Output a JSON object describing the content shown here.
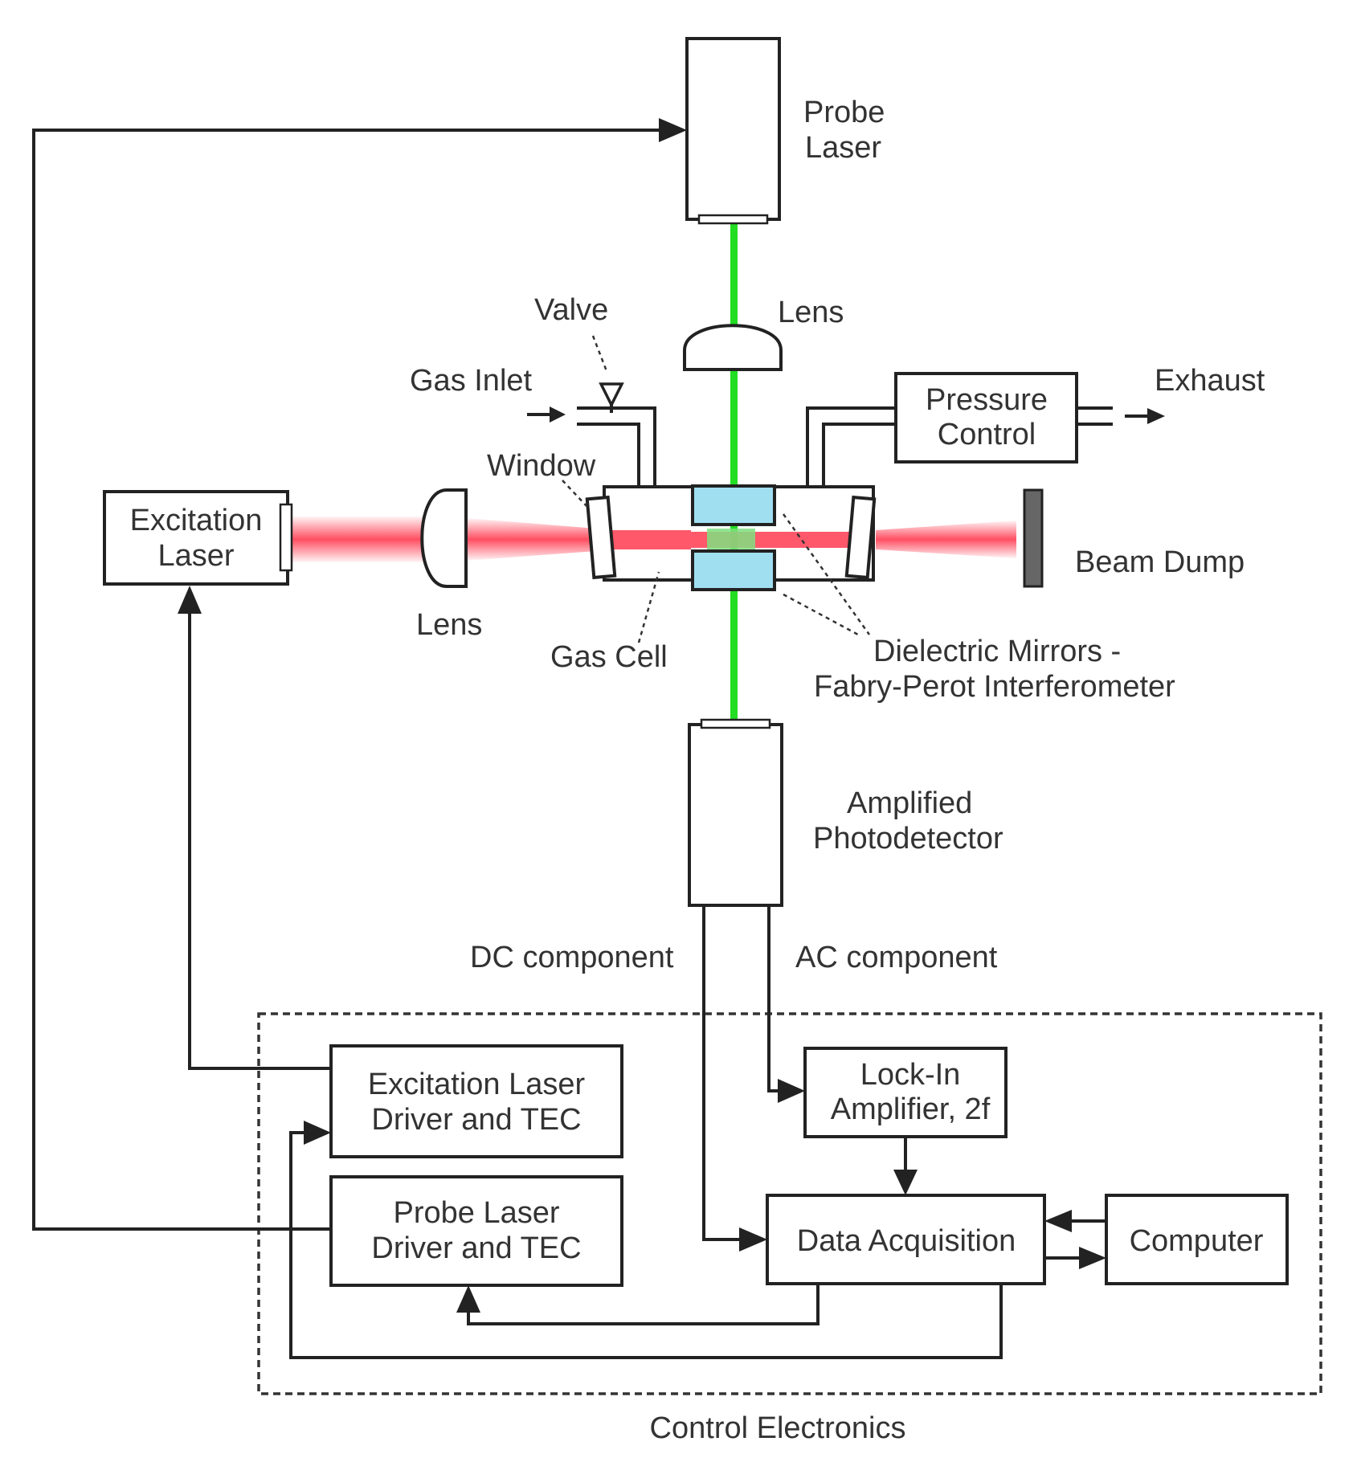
{
  "labels": {
    "probe_laser": [
      "Probe",
      "Laser"
    ],
    "lens_top": "Lens",
    "valve": "Valve",
    "gas_inlet": "Gas Inlet",
    "window": "Window",
    "pressure_control": [
      "Pressure",
      "Control"
    ],
    "exhaust": "Exhaust",
    "excitation_laser": [
      "Excitation",
      "Laser"
    ],
    "lens_left": "Lens",
    "gas_cell": "Gas Cell",
    "beam_dump": "Beam Dump",
    "dielectric_mirrors": [
      "Dielectric Mirrors -",
      "Fabry-Perot Interferometer"
    ],
    "photodetector": [
      "Amplified",
      "Photodetector"
    ],
    "dc_component": "DC component",
    "ac_component": "AC component",
    "exc_driver": [
      "Excitation Laser",
      "Driver and TEC"
    ],
    "probe_driver": [
      "Probe Laser",
      "Driver and TEC"
    ],
    "lockin": [
      "Lock-In",
      "Amplifier, 2f"
    ],
    "daq": "Data Acquisition",
    "computer": "Computer",
    "control_electronics": "Control Electronics"
  },
  "colors": {
    "probe_beam": "#22dd22",
    "excitation_beam": "#ff3b50",
    "mirror_fill": "#9fdff0",
    "line": "#222222"
  }
}
